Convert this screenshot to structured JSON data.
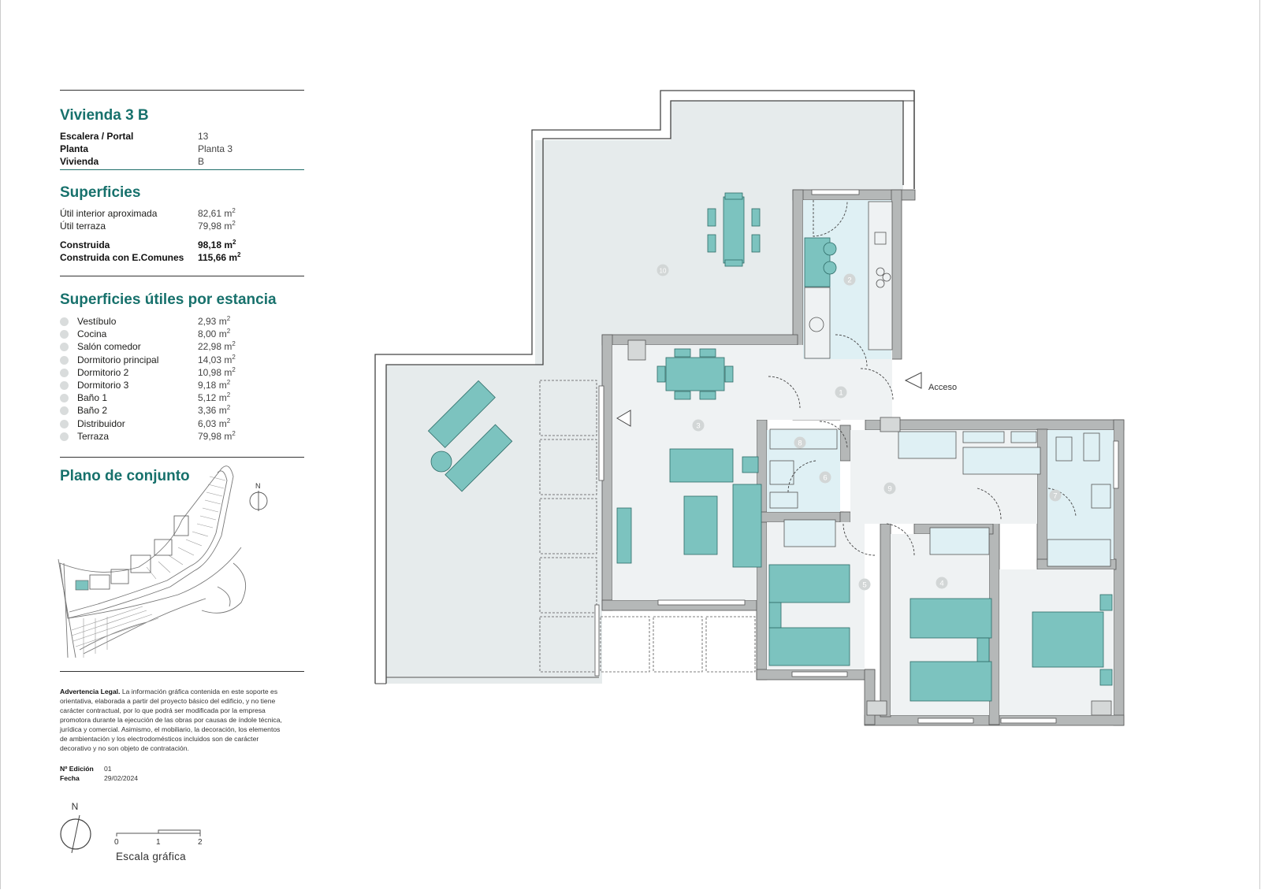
{
  "title": "Vivienda 3 B",
  "info": [
    {
      "label": "Escalera / Portal",
      "value": "13"
    },
    {
      "label": "Planta",
      "value": "Planta 3"
    },
    {
      "label": "Vivienda",
      "value": "B"
    }
  ],
  "surfaces_title": "Superficies",
  "surfaces": [
    {
      "label": "Útil interior aproximada",
      "value": "82,61 m",
      "bold": false
    },
    {
      "label": "Útil terraza",
      "value": "79,98 m",
      "bold": false
    },
    {
      "label": "Construida",
      "value": "98,18 m",
      "bold": true
    },
    {
      "label": "Construida con E.Comunes",
      "value": "115,66 m",
      "bold": true
    }
  ],
  "unit_sup": "2",
  "rooms_title": "Superficies útiles por estancia",
  "rooms": [
    {
      "num": "1",
      "label": "Vestíbulo",
      "value": "2,93 m"
    },
    {
      "num": "2",
      "label": "Cocina",
      "value": "8,00 m"
    },
    {
      "num": "3",
      "label": "Salón comedor",
      "value": "22,98 m"
    },
    {
      "num": "4",
      "label": "Dormitorio principal",
      "value": "14,03 m"
    },
    {
      "num": "5",
      "label": "Dormitorio 2",
      "value": "10,98 m"
    },
    {
      "num": "6",
      "label": "Dormitorio 3",
      "value": "9,18 m"
    },
    {
      "num": "7",
      "label": "Baño 1",
      "value": "5,12 m"
    },
    {
      "num": "8",
      "label": "Baño 2",
      "value": "3,36 m"
    },
    {
      "num": "9",
      "label": "Distribuidor",
      "value": "6,03 m"
    },
    {
      "num": "10",
      "label": "Terraza",
      "value": "79,98 m"
    }
  ],
  "site_plan_title": "Plano de conjunto",
  "north_label": "N",
  "legal_title": "Advertencia Legal.",
  "legal_text": "La información gráfica contenida en este soporte es orientativa, elaborada a partir del proyecto básico del edificio, y no tiene carácter contractual, por lo que podrá ser modificada por la empresa promotora durante la ejecución de las obras por causas de índole técnica, jurídica y comercial. Asimismo, el mobiliario, la decoración, los elementos de ambientación y los electrodomésticos incluidos son de carácter decorativo y no son objeto de contratación.",
  "edition_label": "Nº Edición",
  "edition_value": "01",
  "date_label": "Fecha",
  "date_value": "29/02/2024",
  "scale": {
    "ticks": [
      "0",
      "1",
      "2"
    ],
    "title": "Escala gráfica"
  },
  "plan": {
    "access_label": "Acceso",
    "room_numbers": [
      "1",
      "2",
      "3",
      "4",
      "5",
      "6",
      "7",
      "8",
      "9",
      "10"
    ]
  },
  "colors": {
    "teal": "#17716c",
    "furniture": "#7cc3bf",
    "terrace": "#e6ebec",
    "interior": "#eff2f3",
    "wet": "#dff0f4",
    "wall": "#b5b8b8"
  }
}
